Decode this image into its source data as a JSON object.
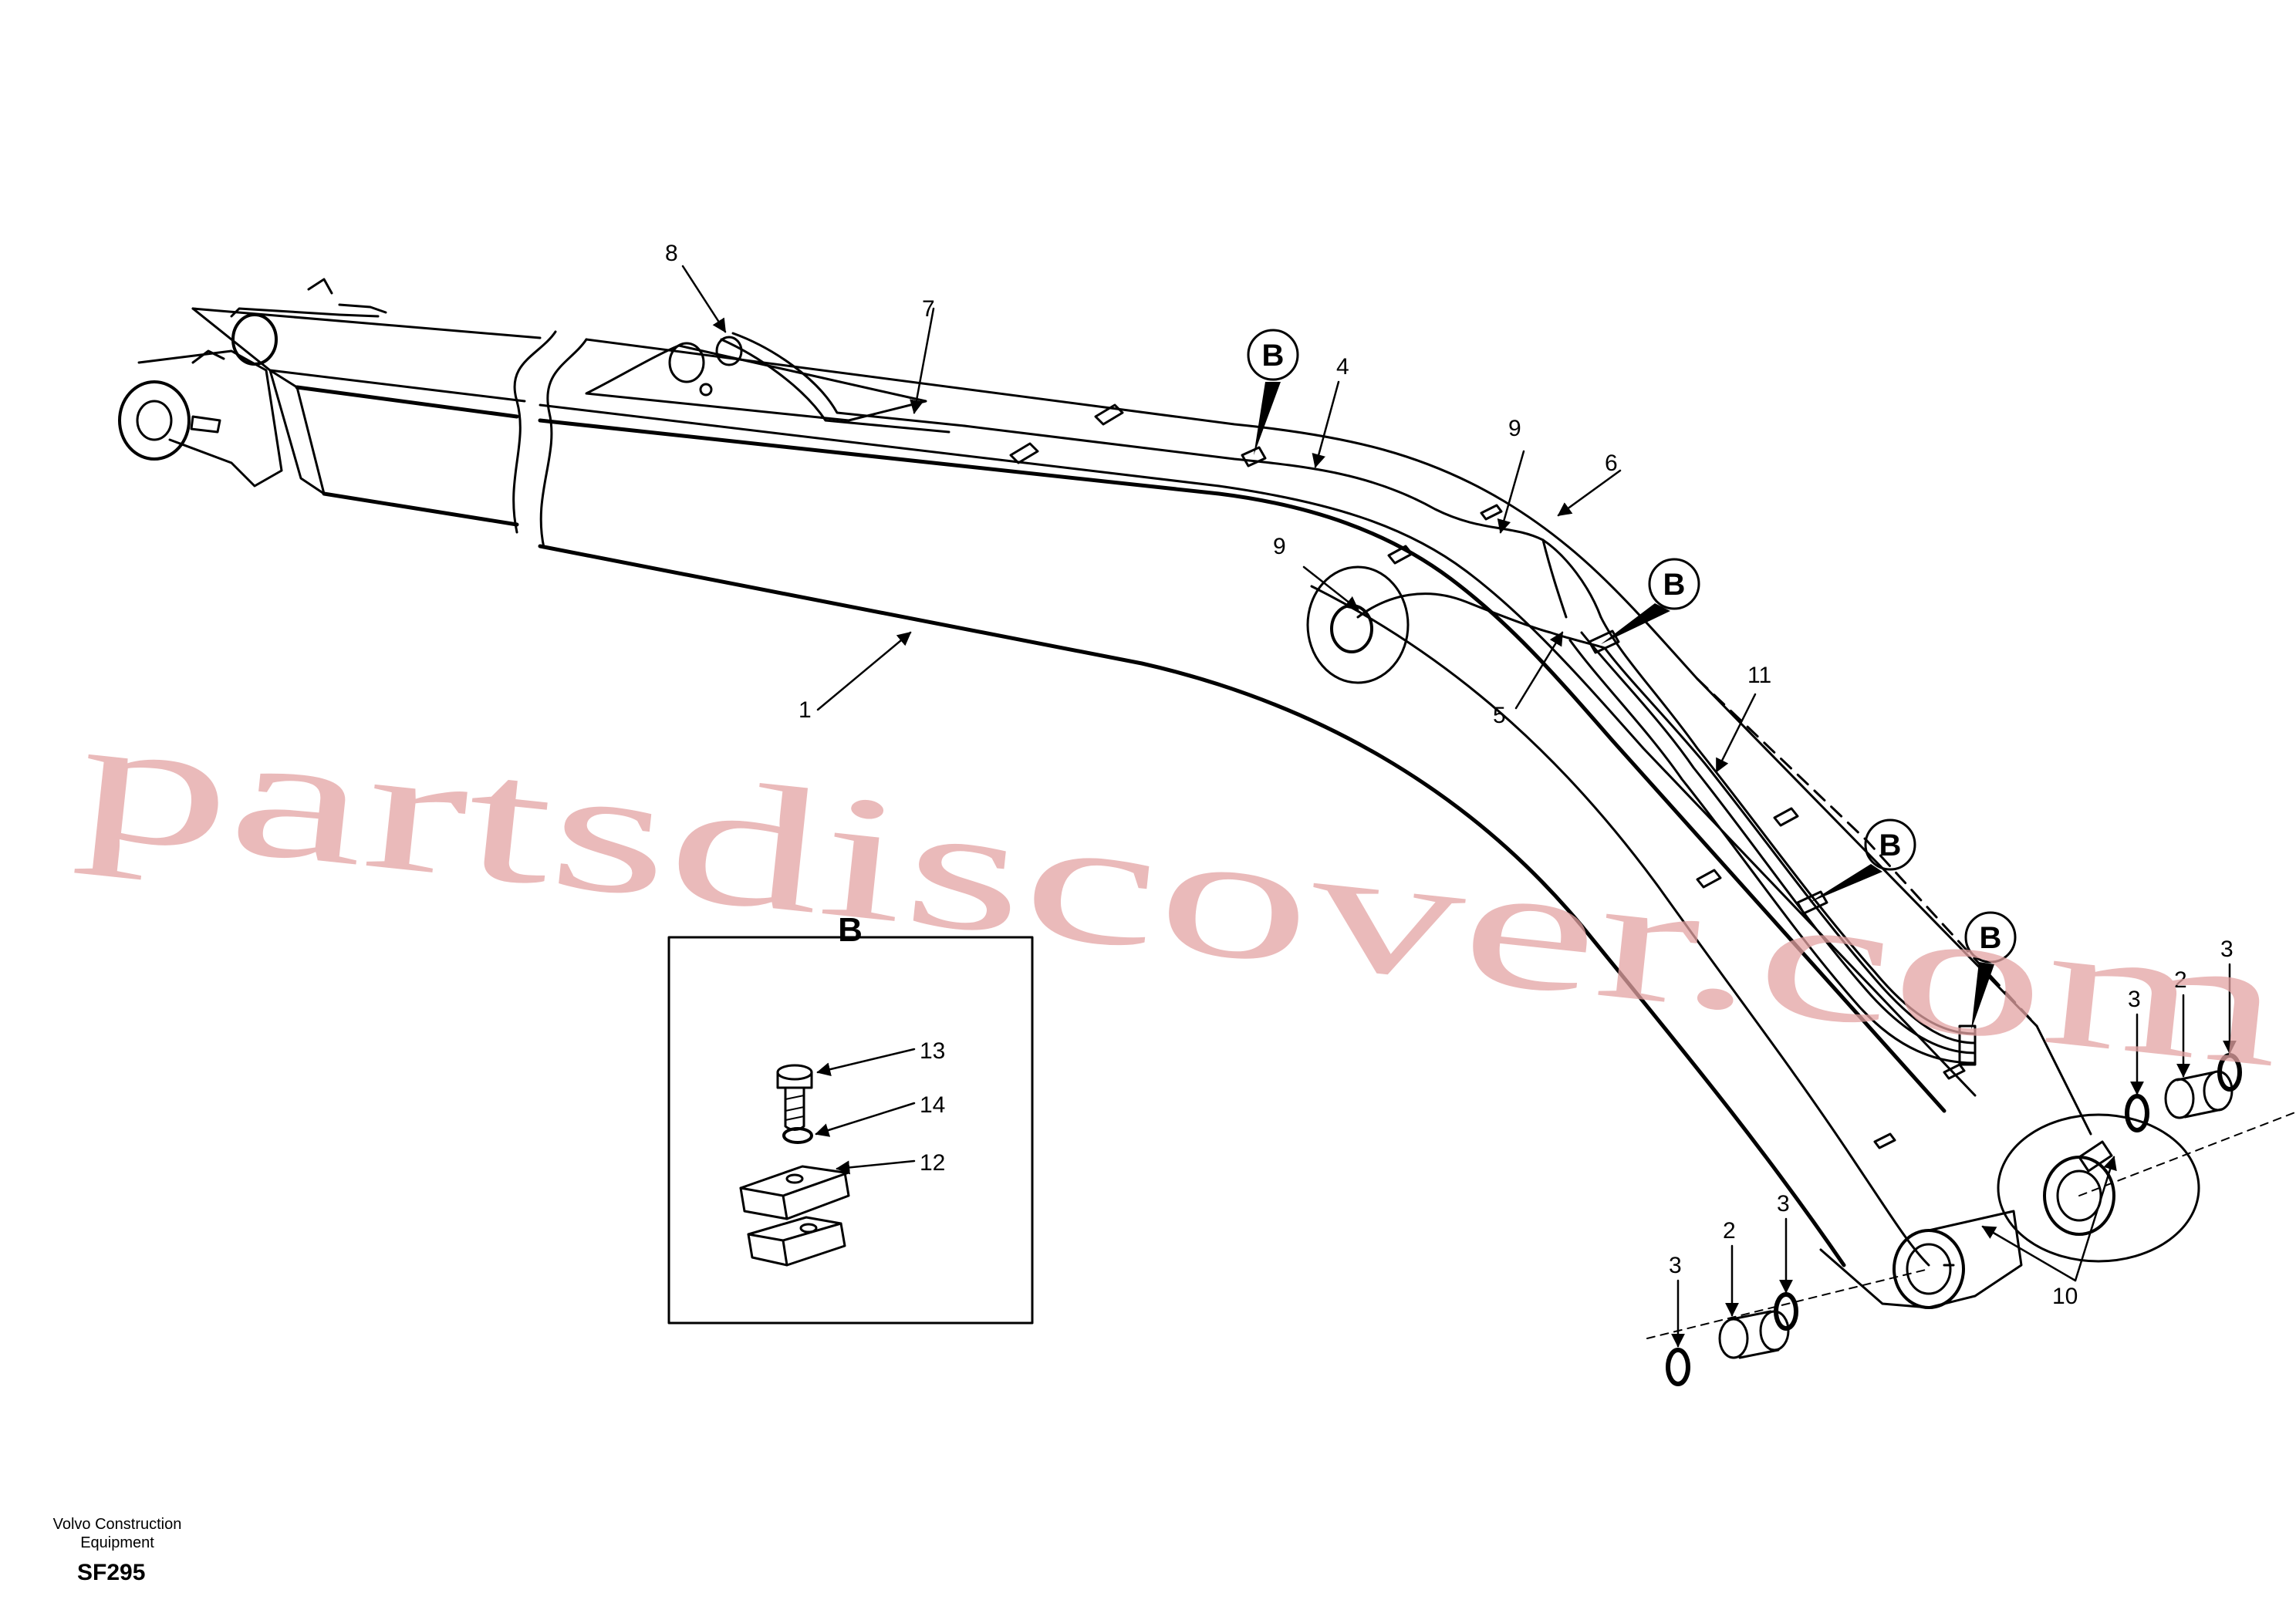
{
  "labels": {
    "l1": "1",
    "l2a": "2",
    "l2b": "2",
    "l3a": "3",
    "l3b": "3",
    "l3c": "3",
    "l3d": "3",
    "l4": "4",
    "l5": "5",
    "l6": "6",
    "l7": "7",
    "l8": "8",
    "l9a": "9",
    "l9b": "9",
    "l10": "10",
    "l11": "11",
    "l12": "12",
    "l13": "13",
    "l14": "14"
  },
  "detail": {
    "title": "B",
    "callouts": [
      "B",
      "B",
      "B",
      "B"
    ]
  },
  "watermark": "partsdiscover.com",
  "footer": {
    "company_line1": "Volvo Construction",
    "company_line2": "Equipment",
    "code": "SF295"
  }
}
